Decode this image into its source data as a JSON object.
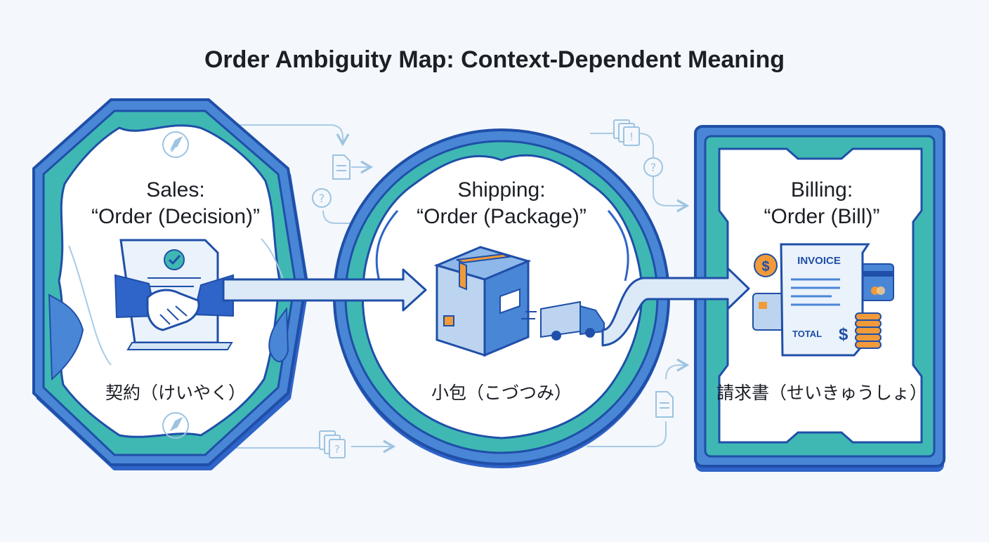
{
  "title": "Order Ambiguity Map: Context-Dependent Meaning",
  "colors": {
    "border_blue": "#2f64c8",
    "teal": "#3fb8b3",
    "mid_blue": "#4a86d6",
    "light_blue": "#bcd4ef",
    "orange": "#f09a3a",
    "background": "#f4f7fb"
  },
  "contexts": [
    {
      "heading": "Sales:",
      "term": "“Order (Decision)”",
      "japanese": "契約（けいやく）",
      "illustration": "handshake-contract-icon"
    },
    {
      "heading": "Shipping:",
      "term": "“Order (Package)”",
      "japanese": "小包（こづつみ）",
      "illustration": "package-delivery-truck-icon"
    },
    {
      "heading": "Billing:",
      "term": "“Order (Bill)”",
      "japanese": "請求書（せいきゅうしょ）",
      "illustration": "invoice-payment-icon",
      "invoice_title": "INVOICE",
      "invoice_total": "TOTAL",
      "currency_symbol": "$"
    }
  ]
}
